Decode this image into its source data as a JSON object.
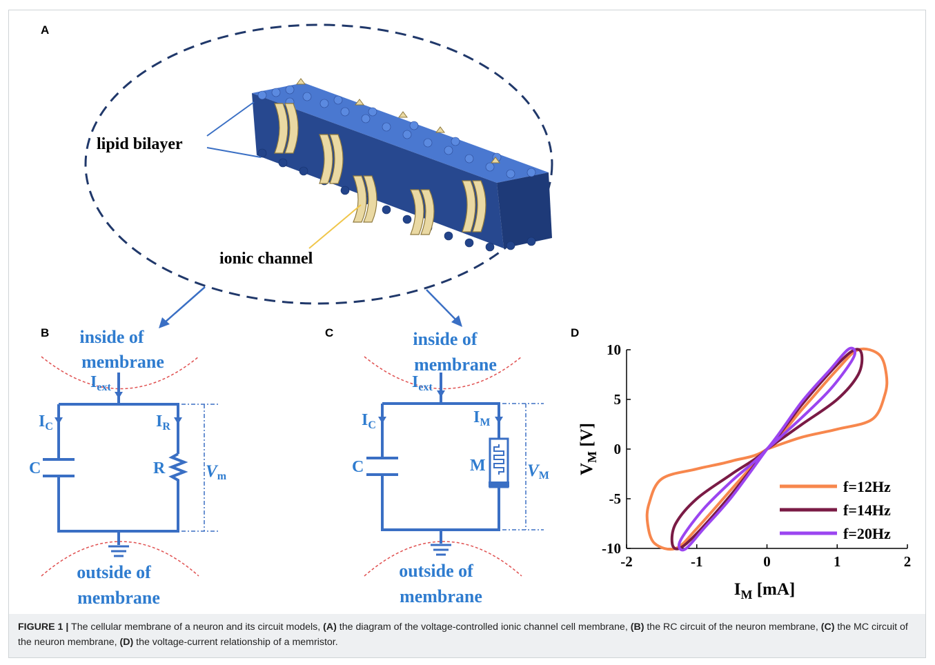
{
  "panels": {
    "A": {
      "letter": "A",
      "labels": {
        "lipid": "lipid bilayer",
        "channel": "ionic channel"
      }
    },
    "B": {
      "letter": "B",
      "inside_1": "inside of",
      "inside_2": "membrane",
      "outside_1": "outside of",
      "outside_2": "membrane",
      "i_ext": "I",
      "i_ext_sub": "ext",
      "i_c": "I",
      "i_c_sub": "C",
      "i_r": "I",
      "i_r_sub": "R",
      "cap": "C",
      "res": "R",
      "v": "V",
      "v_sub": "m"
    },
    "C": {
      "letter": "C",
      "inside_1": "inside of",
      "inside_2": "membrane",
      "outside_1": "outside of",
      "outside_2": "membrane",
      "i_ext": "I",
      "i_ext_sub": "ext",
      "i_c": "I",
      "i_c_sub": "C",
      "i_m": "I",
      "i_m_sub": "M",
      "cap": "C",
      "mem": "M",
      "v": "V",
      "v_sub": "M"
    },
    "D": {
      "letter": "D"
    }
  },
  "chart_data": {
    "type": "line",
    "xlabel": "I",
    "xlabel_sub": "M",
    "xlabel_unit": " [mA]",
    "ylabel": "V",
    "ylabel_sub": "M",
    "ylabel_unit": " [V]",
    "xlim": [
      -2,
      2
    ],
    "ylim": [
      -10,
      10
    ],
    "xticks": [
      -2,
      -1,
      0,
      1,
      2
    ],
    "yticks": [
      10,
      5,
      0,
      -5,
      -10
    ],
    "legend_position": "bottom-right",
    "series": [
      {
        "name": "f=12Hz",
        "color": "#f7874d",
        "points": [
          [
            0,
            0
          ],
          [
            0.5,
            1.2
          ],
          [
            1.0,
            2.0
          ],
          [
            1.5,
            3.0
          ],
          [
            1.68,
            5.5
          ],
          [
            1.7,
            7.5
          ],
          [
            1.6,
            9.5
          ],
          [
            1.3,
            10
          ],
          [
            1.0,
            8.0
          ],
          [
            0.5,
            4.0
          ],
          [
            0,
            0
          ],
          [
            -0.5,
            -1.2
          ],
          [
            -1.0,
            -2.0
          ],
          [
            -1.5,
            -3.0
          ],
          [
            -1.68,
            -5.5
          ],
          [
            -1.7,
            -7.5
          ],
          [
            -1.6,
            -9.5
          ],
          [
            -1.3,
            -10
          ],
          [
            -1.0,
            -8.0
          ],
          [
            -0.5,
            -4.0
          ],
          [
            0,
            0
          ]
        ]
      },
      {
        "name": "f=14Hz",
        "color": "#7a1b45",
        "points": [
          [
            0,
            0
          ],
          [
            0.5,
            2.5
          ],
          [
            1.0,
            5.0
          ],
          [
            1.3,
            7.5
          ],
          [
            1.35,
            9.5
          ],
          [
            1.25,
            10
          ],
          [
            1.0,
            8.5
          ],
          [
            0.5,
            4.5
          ],
          [
            0,
            0
          ],
          [
            -0.5,
            -2.5
          ],
          [
            -1.0,
            -5.0
          ],
          [
            -1.3,
            -7.5
          ],
          [
            -1.35,
            -9.5
          ],
          [
            -1.25,
            -10
          ],
          [
            -1.0,
            -8.5
          ],
          [
            -0.5,
            -4.5
          ],
          [
            0,
            0
          ]
        ]
      },
      {
        "name": "f=20Hz",
        "color": "#9b45f0",
        "points": [
          [
            0,
            0
          ],
          [
            0.5,
            3.2
          ],
          [
            0.9,
            6.0
          ],
          [
            1.2,
            8.8
          ],
          [
            1.25,
            9.9
          ],
          [
            1.15,
            10
          ],
          [
            0.9,
            8.0
          ],
          [
            0.5,
            4.8
          ],
          [
            0,
            0
          ],
          [
            -0.5,
            -3.2
          ],
          [
            -0.9,
            -6.0
          ],
          [
            -1.2,
            -8.8
          ],
          [
            -1.25,
            -9.9
          ],
          [
            -1.15,
            -10
          ],
          [
            -0.9,
            -8.0
          ],
          [
            -0.5,
            -4.8
          ],
          [
            0,
            0
          ]
        ]
      }
    ]
  },
  "caption": {
    "figure": "FIGURE 1 |",
    "intro": " The cellular membrane of a neuron and its circuit models, ",
    "a_tag": "(A)",
    "a_text": " the diagram of the voltage-controlled ionic channel cell membrane, ",
    "b_tag": "(B)",
    "b_text": " the RC circuit of the neuron membrane, ",
    "c_tag": "(C)",
    "c_text": " the MC circuit of the neuron membrane, ",
    "d_tag": "(D)",
    "d_text": " the voltage-current relationship of a memristor."
  },
  "colors": {
    "circuit": "#3a6fc4",
    "label_blue": "#2f7ccf",
    "ellipse": "#20386a",
    "arc": "#e05050"
  }
}
